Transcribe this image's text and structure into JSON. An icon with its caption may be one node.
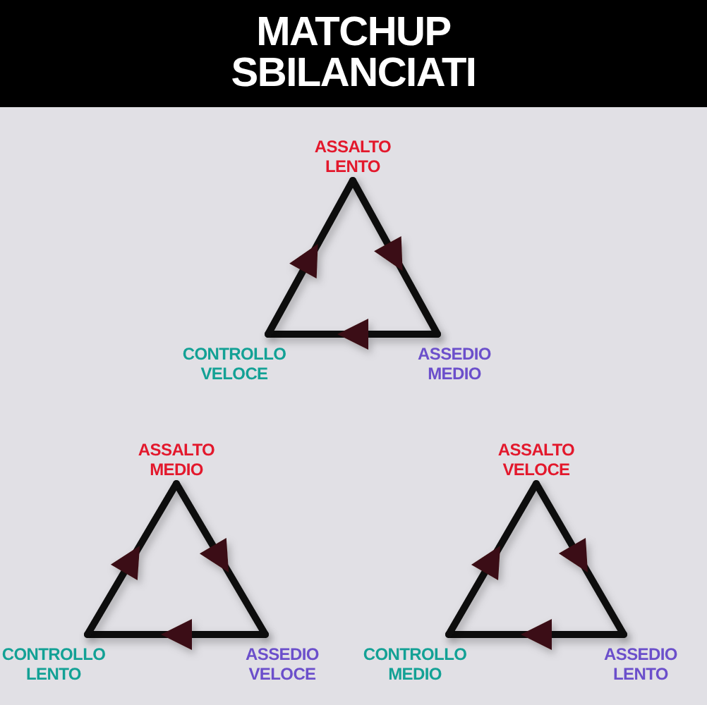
{
  "diagram": {
    "title": "MATCHUP SBILANCIATI",
    "nodes": [
      {
        "text": [
          "ASSALTO LENTO"
        ]
      },
      {
        "text": [
          "CONTROLLO VELOCE"
        ]
      },
      {
        "text": [
          "ASSEDIO MEDIO"
        ]
      },
      {
        "text": [
          "ASSALTO MEDIO"
        ]
      },
      {
        "text": [
          "CONTROLLO LENTO"
        ]
      },
      {
        "text": [
          "ASSEDIO VELOCE"
        ]
      },
      {
        "text": [
          "ASSALTO VELOCE"
        ]
      },
      {
        "text": [
          "CONTROLLO MEDIO"
        ]
      },
      {
        "text": [
          "ASSEDIO LENTO"
        ]
      }
    ],
    "edges": [
      {
        "from": 0,
        "to": 2,
        "arrow": "to"
      },
      {
        "from": 2,
        "to": 1,
        "arrow": "to"
      },
      {
        "from": 1,
        "to": 0,
        "arrow": "to"
      },
      {
        "from": 3,
        "to": 5,
        "arrow": "to"
      },
      {
        "from": 5,
        "to": 4,
        "arrow": "to"
      },
      {
        "from": 4,
        "to": 3,
        "arrow": "to"
      },
      {
        "from": 6,
        "to": 8,
        "arrow": "to"
      },
      {
        "from": 8,
        "to": 7,
        "arrow": "to"
      },
      {
        "from": 7,
        "to": 6,
        "arrow": "to"
      }
    ]
  }
}
